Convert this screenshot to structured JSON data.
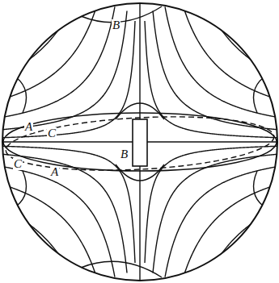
{
  "diagram": {
    "labels": [
      "B",
      "A",
      "C",
      "B",
      "C",
      "A"
    ]
  }
}
